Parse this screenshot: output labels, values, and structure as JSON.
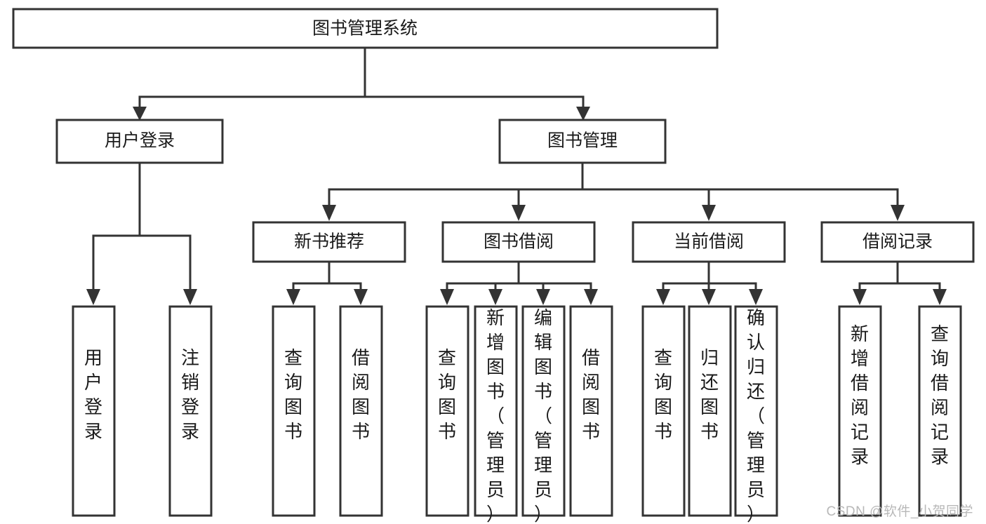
{
  "diagram": {
    "type": "tree-hierarchy",
    "title": "图书管理系统",
    "watermark": "CSDN @软件_小贺同学",
    "colors": {
      "box_stroke": "#333333",
      "box_fill": "#ffffff",
      "text": "#1a1a1a",
      "background": "#ffffff",
      "watermark": "#b8b8b8"
    },
    "nodes": {
      "root": {
        "label": "图书管理系统",
        "level": 0,
        "orientation": "horizontal"
      },
      "l1": [
        {
          "id": "user-login",
          "label": "用户登录",
          "orientation": "horizontal"
        },
        {
          "id": "book-manage",
          "label": "图书管理",
          "orientation": "horizontal"
        }
      ],
      "l2": [
        {
          "id": "new-book-recommend",
          "label": "新书推荐",
          "orientation": "horizontal"
        },
        {
          "id": "book-borrow",
          "label": "图书借阅",
          "orientation": "horizontal"
        },
        {
          "id": "current-borrow",
          "label": "当前借阅",
          "orientation": "horizontal"
        },
        {
          "id": "borrow-record",
          "label": "借阅记录",
          "orientation": "horizontal"
        }
      ],
      "leaves": {
        "user-login": [
          {
            "id": "leaf-user-login",
            "label": "用户登录",
            "orientation": "vertical"
          },
          {
            "id": "leaf-logout",
            "label": "注销登录",
            "orientation": "vertical"
          }
        ],
        "new-book-recommend": [
          {
            "id": "leaf-query-book-1",
            "label": "查询图书",
            "orientation": "vertical"
          },
          {
            "id": "leaf-borrow-book-1",
            "label": "借阅图书",
            "orientation": "vertical"
          }
        ],
        "book-borrow": [
          {
            "id": "leaf-query-book-2",
            "label": "查询图书",
            "orientation": "vertical"
          },
          {
            "id": "leaf-add-book",
            "label": "新增图书（管理员）",
            "orientation": "vertical"
          },
          {
            "id": "leaf-edit-book",
            "label": "编辑图书（管理员）",
            "orientation": "vertical"
          },
          {
            "id": "leaf-borrow-book-2",
            "label": "借阅图书",
            "orientation": "vertical"
          }
        ],
        "current-borrow": [
          {
            "id": "leaf-query-book-3",
            "label": "查询图书",
            "orientation": "vertical"
          },
          {
            "id": "leaf-return-book",
            "label": "归还图书",
            "orientation": "vertical"
          },
          {
            "id": "leaf-confirm-return",
            "label": "确认归还（管理员）",
            "orientation": "vertical"
          }
        ],
        "borrow-record": [
          {
            "id": "leaf-add-record",
            "label": "新增借阅记录",
            "orientation": "vertical"
          },
          {
            "id": "leaf-query-record",
            "label": "查询借阅记录",
            "orientation": "vertical"
          }
        ]
      }
    }
  }
}
